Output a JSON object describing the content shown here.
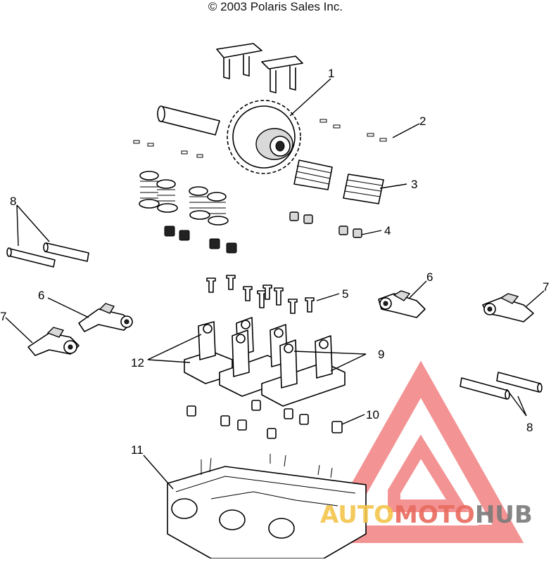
{
  "copyright": "© 2003 Polaris Sales Inc.",
  "callouts": {
    "c1": "1",
    "c2": "2",
    "c3": "3",
    "c4": "4",
    "c5": "5",
    "c6a": "6",
    "c6b": "6",
    "c7a": "7",
    "c7b": "7",
    "c8a": "8",
    "c8b": "8",
    "c9": "9",
    "c10": "10",
    "c11": "11",
    "c12": "12"
  },
  "watermark": {
    "part1": "AUTO",
    "part2": "MOTO",
    "part3": "HUB",
    "colors": {
      "auto": "#f3c54b",
      "moto": "#e86a5e",
      "hub": "#7a7a7a",
      "logo": "#ef6b6b"
    }
  }
}
